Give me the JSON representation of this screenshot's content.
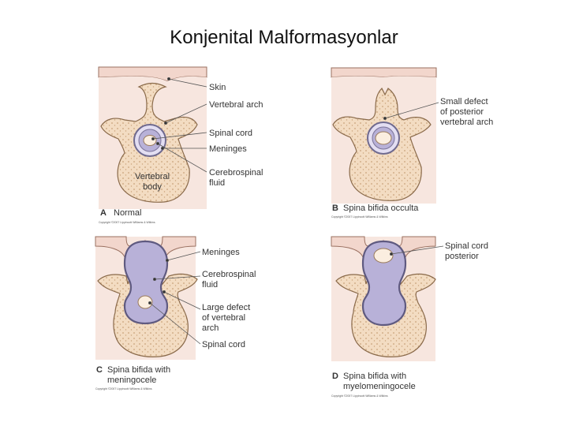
{
  "title": "Konjenital Malformasyonlar",
  "colors": {
    "bone": "#f3dcc2",
    "bone_dots": "#c9a27a",
    "outline": "#8a6a4a",
    "meninges": "#b8b1d8",
    "cord": "#fbeee0",
    "skin": "#f2d6cc",
    "label": "#333333"
  },
  "panels": {
    "a": {
      "letter": "A",
      "caption": "Normal",
      "copyright": "Copyright ©2007 Lippincott Williams & Wilkins",
      "labels": {
        "skin": "Skin",
        "vertebral_arch": "Vertebral arch",
        "spinal_cord": "Spinal cord",
        "meninges": "Meninges",
        "csf_1": "Cerebrospinal",
        "csf_2": "fluid",
        "body_1": "Vertebral",
        "body_2": "body"
      }
    },
    "b": {
      "letter": "B",
      "caption": "Spina bifida occulta",
      "copyright": "Copyright ©2007 Lippincott Williams & Wilkins",
      "labels": {
        "defect_1": "Small defect",
        "defect_2": "of posterior",
        "defect_3": "vertebral arch"
      }
    },
    "c": {
      "letter": "C",
      "caption_1": "Spina bifida with",
      "caption_2": "meningocele",
      "copyright": "Copyright ©2007 Lippincott Williams & Wilkins",
      "labels": {
        "meninges": "Meninges",
        "csf_1": "Cerebrospinal",
        "csf_2": "fluid",
        "defect_1": "Large defect",
        "defect_2": "of vertebral",
        "defect_3": "arch",
        "spinal_cord": "Spinal cord"
      }
    },
    "d": {
      "letter": "D",
      "caption_1": "Spina bifida with",
      "caption_2": "myelomeningocele",
      "copyright": "Copyright ©2007 Lippincott Williams & Wilkins",
      "labels": {
        "cord_1": "Spinal cord",
        "cord_2": "posterior"
      }
    }
  }
}
